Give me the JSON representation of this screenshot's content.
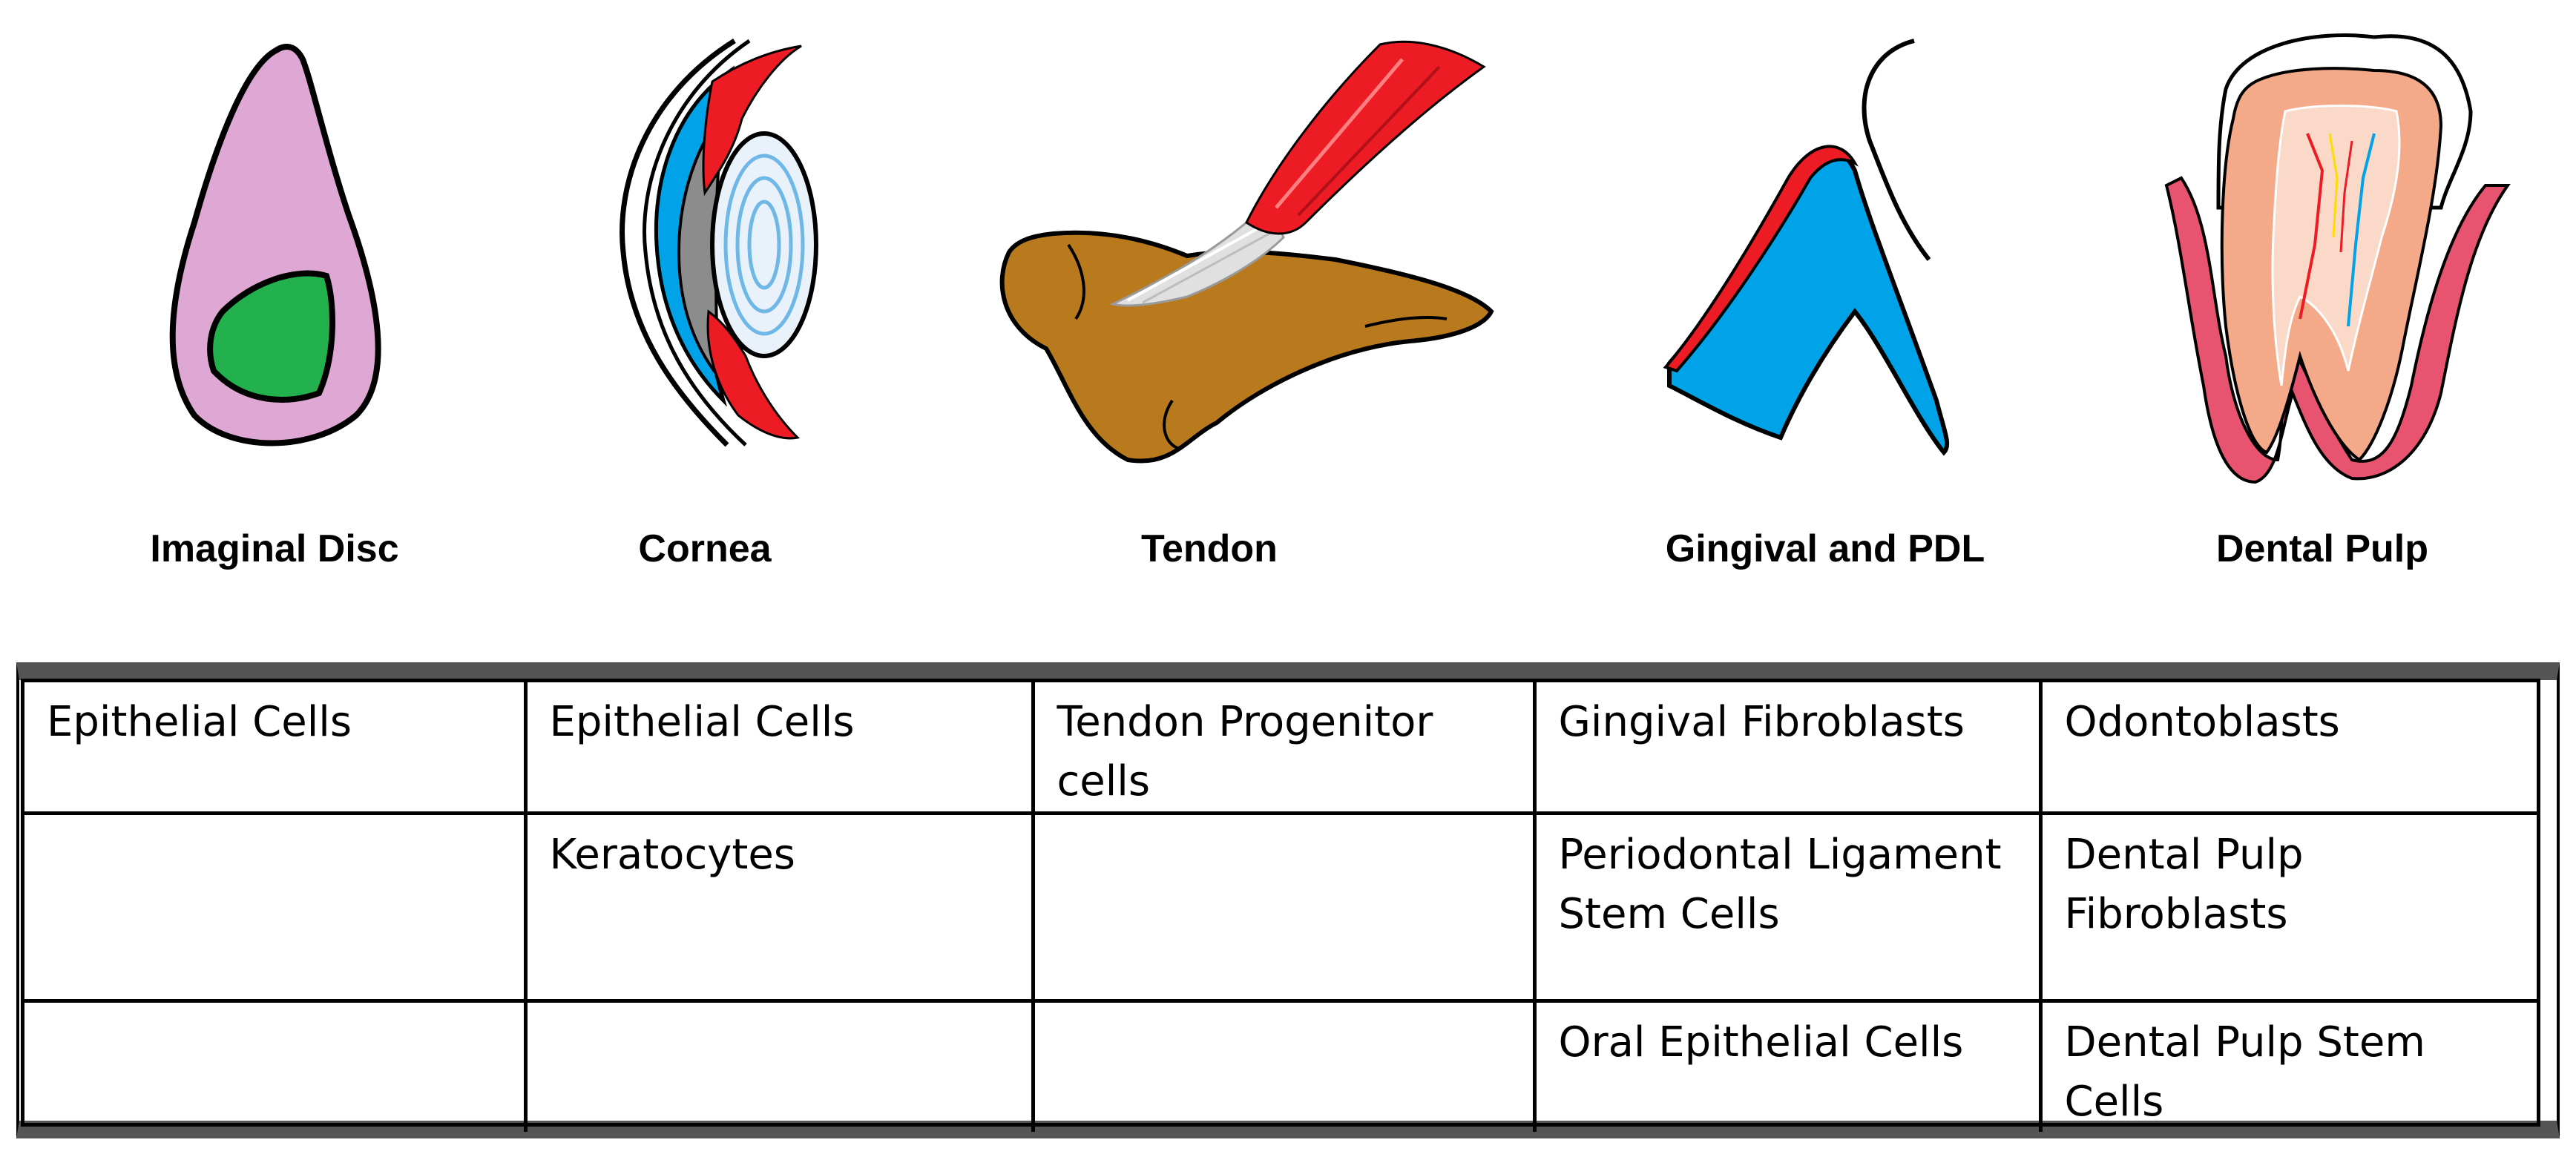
{
  "tissues": [
    {
      "label": "Imaginal Disc",
      "icon": "imaginal-disc-icon"
    },
    {
      "label": "Cornea",
      "icon": "cornea-icon"
    },
    {
      "label": "Tendon",
      "icon": "tendon-icon"
    },
    {
      "label": "Gingival and PDL",
      "icon": "gingiva-pdl-icon"
    },
    {
      "label": "Dental Pulp",
      "icon": "tooth-icon"
    }
  ],
  "table": {
    "rows": [
      [
        "Epithelial Cells",
        "Epithelial Cells",
        "Tendon Progenitor cells",
        "Gingival Fibroblasts",
        "Odontoblasts"
      ],
      [
        "",
        "Keratocytes",
        "",
        "Periodontal Ligament Stem Cells",
        "Dental Pulp Fibroblasts"
      ],
      [
        "",
        "",
        "",
        "Oral Epithelial Cells",
        "Dental Pulp Stem Cells"
      ]
    ]
  },
  "colors": {
    "disc_fill": "#dfa8d4",
    "disc_inner": "#22b14c",
    "blue": "#00a2e8",
    "red": "#ed1c24",
    "bone": "#b97a1e",
    "pink": "#e8546f",
    "pulp": "#f4a989",
    "table_band": "#555555"
  }
}
